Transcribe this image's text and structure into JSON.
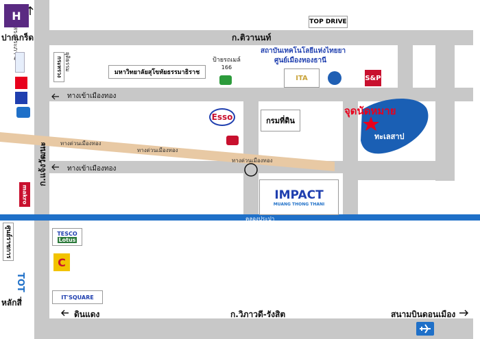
{
  "roads": {
    "tiwanon": "ก.ติวานนท์",
    "vibhavadi": "ก.วิภาวดี-รังสิต",
    "chaengwattana": "ก.แจ้งวัฒนะ",
    "songprapa": "ถ.สรงประภา 4",
    "entrance_upper": "ทางเข้าเมืองทอง",
    "entrance_lower": "ทางเข้าเมืองทอง",
    "expressway": [
      "ทางด่วนเมืองทอง",
      "ทางด่วนเมืองทอง",
      "ทางด่วนเมืองทอง"
    ],
    "canal": "คลองประปา"
  },
  "places": {
    "pakkret": "ปากเกร็ด",
    "laksi": "หลักสี่",
    "dindaeng": "ดินแดง",
    "donmuang": "สนามบินดอนเมือง",
    "top_drive": "TOP DRIVE",
    "ministry_line1": "กระทรวง",
    "ministry_line2": "ยุติธรรม",
    "stou": "มหาวิทยาลัยสุโขทัยธรรมาธิราช",
    "busstop_line1": "ป้ายรถเมล์",
    "busstop_line2": "166",
    "institute_line1": "สถาบันเทคโนโลยีแห่งไทยยา",
    "institute_line2": "ศูนย์เมืองทองธานี",
    "land_dept": "กรมที่ดิน",
    "meeting_point": "จุดนัดหมาย",
    "lake": "ทะเลสาป",
    "gov_center": "ศูนย์ราชการ",
    "esso": "Esso",
    "impact": "IMPACT",
    "impact_sub": "MUANG THONG THANI",
    "makro": "makro",
    "tesco": "TESCO",
    "lotus": "Lotus",
    "tot": "TOT",
    "itsquare": "IT'SQUARE",
    "sp": "S&P",
    "big_c": "C",
    "hub": "H",
    "ita_logo": "ITA"
  },
  "icons": {
    "north_arrow": "arrow-icon",
    "airplane": "airplane-icon",
    "star": "star-icon",
    "bus": "bus-icon"
  },
  "colors": {
    "road": "#c8c8c8",
    "expressway": "#e8c9a4",
    "canal": "#1f70c8",
    "lake": "#1a5fb4",
    "meeting": "#e8001c",
    "institute": "#1f3faf"
  }
}
